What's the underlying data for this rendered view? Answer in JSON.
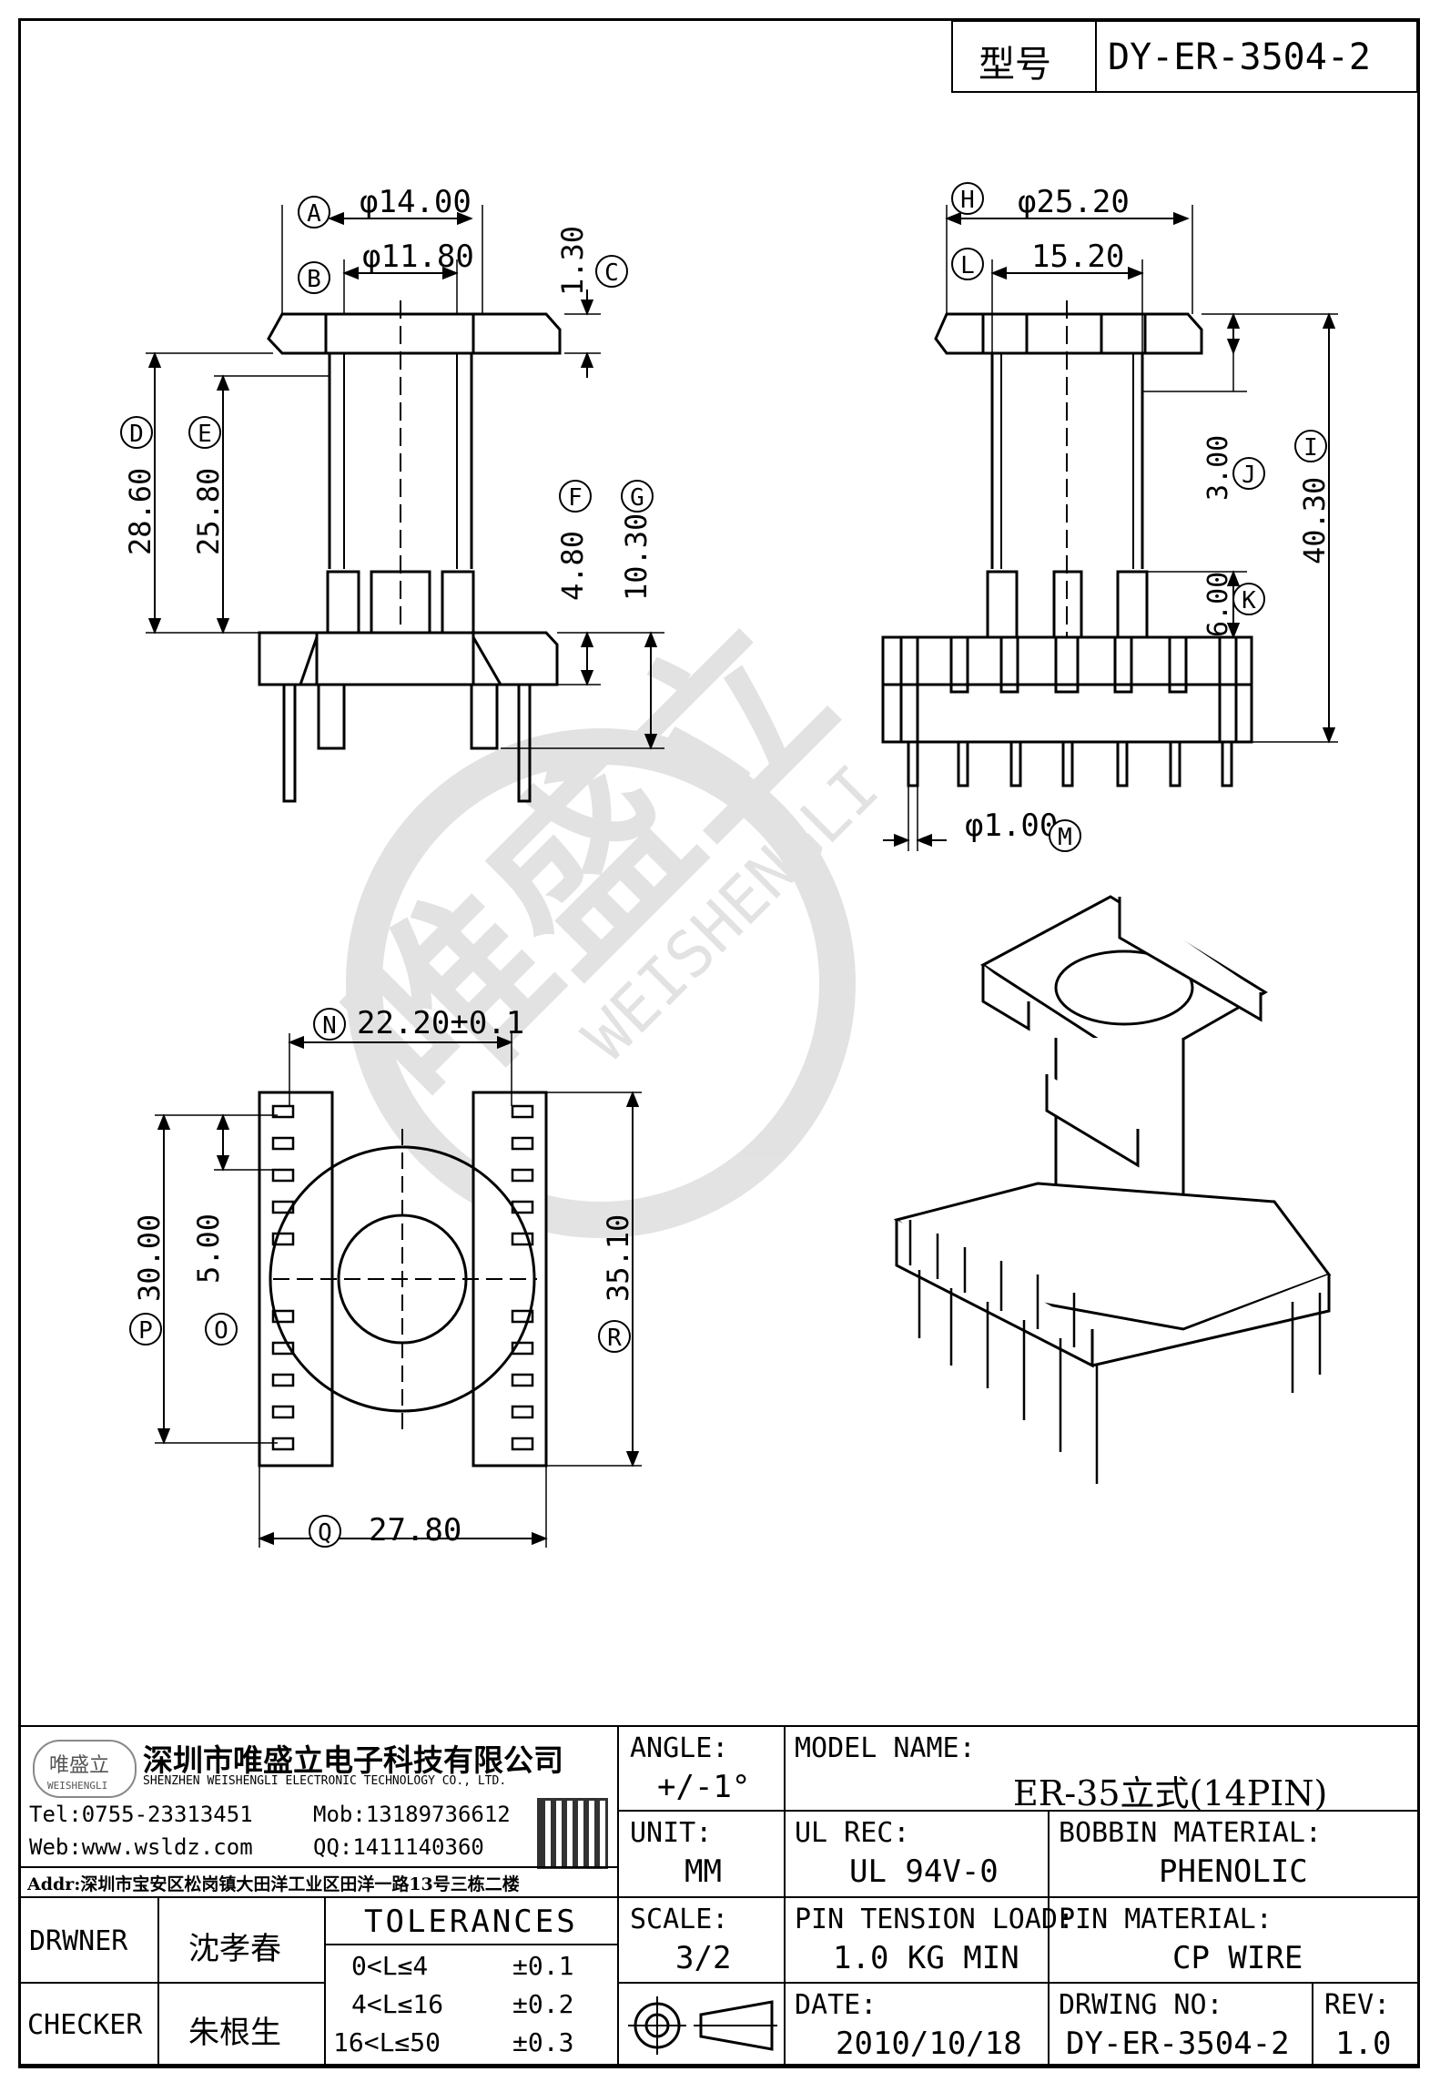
{
  "header": {
    "model_label": "型号",
    "model_value": "DY-ER-3504-2"
  },
  "dimensions": {
    "A": {
      "tag": "A",
      "value": "φ14.00"
    },
    "B": {
      "tag": "B",
      "value": "φ11.80"
    },
    "C": {
      "tag": "C",
      "value": "1.30"
    },
    "D": {
      "tag": "D",
      "value": "28.60"
    },
    "E": {
      "tag": "E",
      "value": "25.80"
    },
    "F": {
      "tag": "F",
      "value": "4.80"
    },
    "G": {
      "tag": "G",
      "value": "10.30"
    },
    "H": {
      "tag": "H",
      "value": "φ25.20"
    },
    "L": {
      "tag": "L",
      "value": "15.20"
    },
    "I": {
      "tag": "I",
      "value": "40.30"
    },
    "J": {
      "tag": "J",
      "value": "3.00"
    },
    "K": {
      "tag": "K",
      "value": "6.00"
    },
    "M": {
      "tag": "M",
      "value": "φ1.00"
    },
    "N": {
      "tag": "N",
      "value": "22.20±0.1"
    },
    "O": {
      "tag": "O",
      "value": "5.00"
    },
    "P": {
      "tag": "P",
      "value": "30.00"
    },
    "Q": {
      "tag": "Q",
      "value": "27.80"
    },
    "R": {
      "tag": "R",
      "value": "35.10"
    }
  },
  "watermark": {
    "brand": "唯盛立",
    "brand_en": "WEISHENGLI"
  },
  "company": {
    "logo_text": "唯盛立",
    "logo_sub": "WEISHENGLI",
    "name_cn": "深圳市唯盛立电子科技有限公司",
    "name_en": "SHENZHEN WEISHENGLI ELECTRONIC TECHNOLOGY CO., LTD.",
    "tel": "Tel:0755-23313451",
    "mob": "Mob:13189736612",
    "web": "Web:www.wsldz.com",
    "qq": "QQ:1411140360",
    "addr": "Addr:深圳市宝安区松岗镇大田洋工业区田洋一路13号三栋二楼"
  },
  "title_block": {
    "angle_label": "ANGLE:",
    "angle_value": "+/-1°",
    "model_name_label": "MODEL NAME:",
    "model_name_value": "ER-35立式(14PIN)",
    "unit_label": "UNIT:",
    "unit_value": "MM",
    "ul_label": "UL REC:",
    "ul_value": "UL 94V-0",
    "bobbin_label": "BOBBIN MATERIAL:",
    "bobbin_value": "PHENOLIC",
    "scale_label": "SCALE:",
    "scale_value": "3/2",
    "pin_load_label": "PIN TENSION LOAD:",
    "pin_load_value": "1.0 KG MIN",
    "pin_material_label": "PIN MATERIAL:",
    "pin_material_value": "CP WIRE",
    "date_label": "DATE:",
    "date_value": "2010/10/18",
    "drawing_no_label": "DRWING NO:",
    "drawing_no_value": "DY-ER-3504-2",
    "rev_label": "REV:",
    "rev_value": "1.0",
    "drawer_label": "DRWNER",
    "drawer_value": "沈孝春",
    "checker_label": "CHECKER",
    "checker_value": "朱根生",
    "tolerances_title": "TOLERANCES",
    "tol_rows": [
      {
        "range": "0<L≤4",
        "tol": "±0.1"
      },
      {
        "range": "4<L≤16",
        "tol": "±0.2"
      },
      {
        "range": "16<L≤50",
        "tol": "±0.3"
      }
    ]
  }
}
